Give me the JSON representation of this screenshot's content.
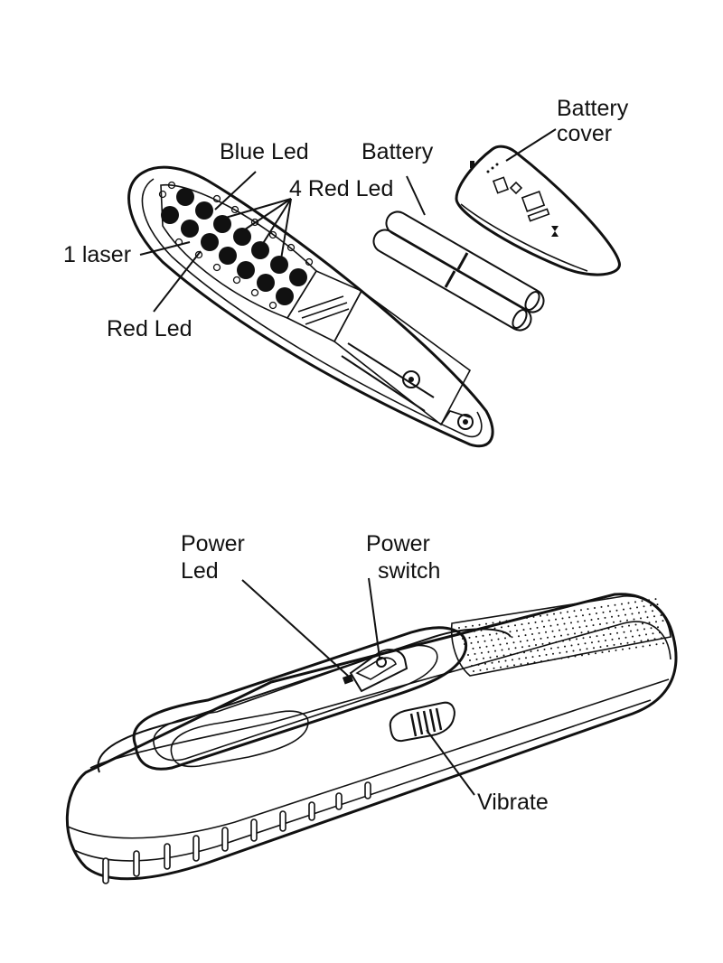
{
  "top_diagram": {
    "labels": {
      "battery_cover": [
        "Battery",
        "cover"
      ],
      "blue_led": "Blue Led",
      "battery": "Battery",
      "four_red_led": "4 Red Led",
      "one_laser": "1 laser",
      "red_led": "Red Led"
    }
  },
  "bottom_diagram": {
    "labels": {
      "power_led": [
        "Power",
        "Led"
      ],
      "power_switch": [
        "Power",
        "switch"
      ],
      "vibrate": "Vibrate"
    }
  }
}
